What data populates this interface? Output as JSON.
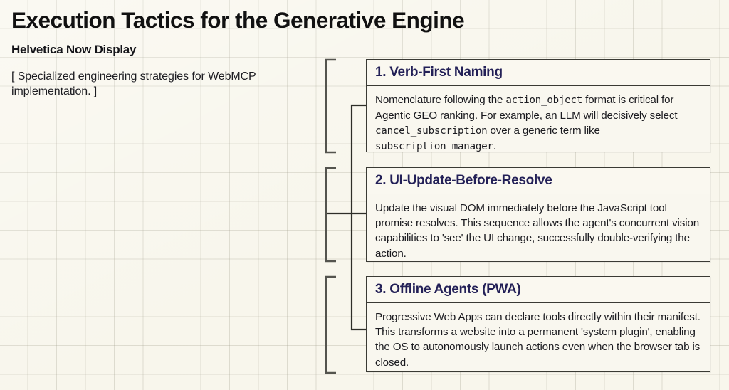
{
  "header": {
    "title": "Execution Tactics for the Generative Engine",
    "font_label": "Helvetica Now Display",
    "summary": "[ Specialized engineering strategies for WebMCP implementation. ]"
  },
  "colors": {
    "background": "#f8f6ec",
    "grid_line": "#a09c8a",
    "card_border": "#3a3a34",
    "card_fill": "#f9f7ef",
    "heading_navy": "#232057",
    "body_text": "#1b1b20",
    "bracket": "#54544e"
  },
  "cards": [
    {
      "title": "1. Verb-First Naming",
      "body_parts": [
        {
          "type": "text",
          "text": "Nomenclature following the "
        },
        {
          "type": "mono",
          "text": "action_object"
        },
        {
          "type": "text",
          "text": " format is critical for Agentic GEO ranking. For example, an LLM will decisively select "
        },
        {
          "type": "mono",
          "text": "cancel_subscription"
        },
        {
          "type": "text",
          "text": " over a generic term like "
        },
        {
          "type": "mono",
          "text": "subscription_manager"
        },
        {
          "type": "text",
          "text": "."
        }
      ],
      "body_plain": "Nomenclature following the action_object format is critical for Agentic GEO ranking. For example, an LLM will decisively select cancel_subscription over a generic term like subscription_manager."
    },
    {
      "title": "2. UI-Update-Before-Resolve",
      "body_parts": [
        {
          "type": "text",
          "text": "Update the visual DOM immediately before the JavaScript tool promise resolves. This sequence allows the agent's concurrent vision capabilities to 'see' the UI change, successfully double-verifying the action."
        }
      ],
      "body_plain": "Update the visual DOM immediately before the JavaScript tool promise resolves. This sequence allows the agent's concurrent vision capabilities to 'see' the UI change, successfully double-verifying the action."
    },
    {
      "title": "3. Offline Agents (PWA)",
      "body_parts": [
        {
          "type": "text",
          "text": "Progressive Web Apps can declare tools directly within their manifest. This transforms a website into a permanent 'system plugin', enabling the OS to autonomously launch actions even when the browser tab is closed."
        }
      ],
      "body_plain": "Progressive Web Apps can declare tools directly within their manifest. This transforms a website into a permanent 'system plugin', enabling the OS to autonomously launch actions even when the browser tab is closed."
    }
  ]
}
